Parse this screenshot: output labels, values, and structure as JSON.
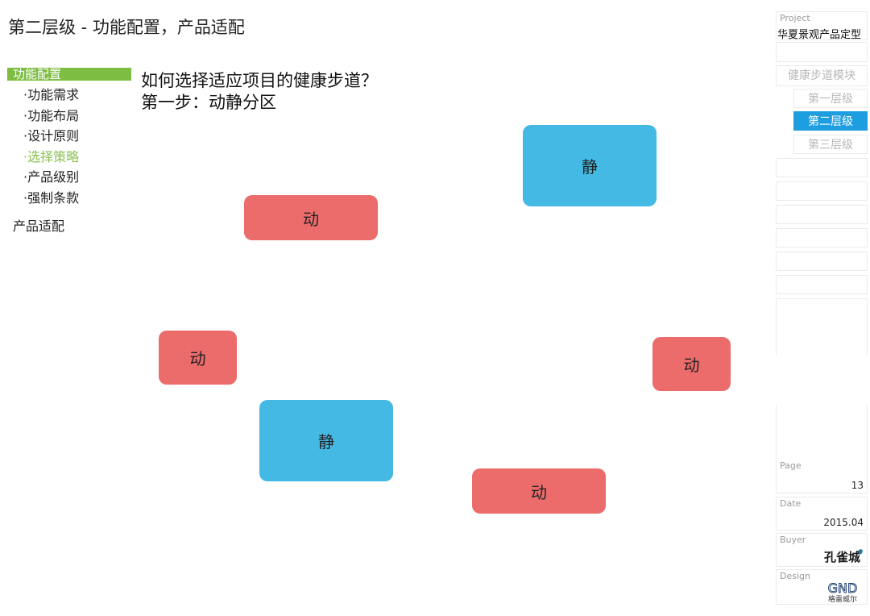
{
  "header": {
    "title": "第二层级 - 功能配置，产品适配"
  },
  "left_nav": {
    "section": "功能配置",
    "items": [
      {
        "label": "·功能需求"
      },
      {
        "label": "·功能布局"
      },
      {
        "label": "·设计原则"
      },
      {
        "label": "·选择策略",
        "active": true
      },
      {
        "label": "·产品级别"
      },
      {
        "label": "·强制条款"
      }
    ],
    "product_section": "产品适配"
  },
  "main": {
    "question": "如何选择适应项目的健康步道？",
    "step": "第一步：动静分区",
    "zones": [
      {
        "label": "静",
        "kind": "jing"
      },
      {
        "label": "动",
        "kind": "dong"
      },
      {
        "label": "动",
        "kind": "dong"
      },
      {
        "label": "动",
        "kind": "dong"
      },
      {
        "label": "静",
        "kind": "jing"
      },
      {
        "label": "动",
        "kind": "dong"
      }
    ]
  },
  "right_panel": {
    "project_label": "Project",
    "project_value": "华夏景观产品定型",
    "module": "健康步道模块",
    "levels": [
      "第一层级",
      "第二层级",
      "第三层级"
    ],
    "active_level_index": 1,
    "page_label": "Page",
    "page_value": "13",
    "date_label": "Date",
    "date_value": "2015.04",
    "buyer_label": "Buyer",
    "buyer_logo_text": "孔雀城",
    "design_label": "Design",
    "design_logo_text": "GND",
    "design_logo_caption": "格雷威尔"
  },
  "colors": {
    "nav_header_green": "#7dbd42",
    "active_nav_text": "#8cc152",
    "dong_zone": "#ec6b6b",
    "jing_zone": "#43b9e3",
    "active_level": "#1e9ee0"
  }
}
